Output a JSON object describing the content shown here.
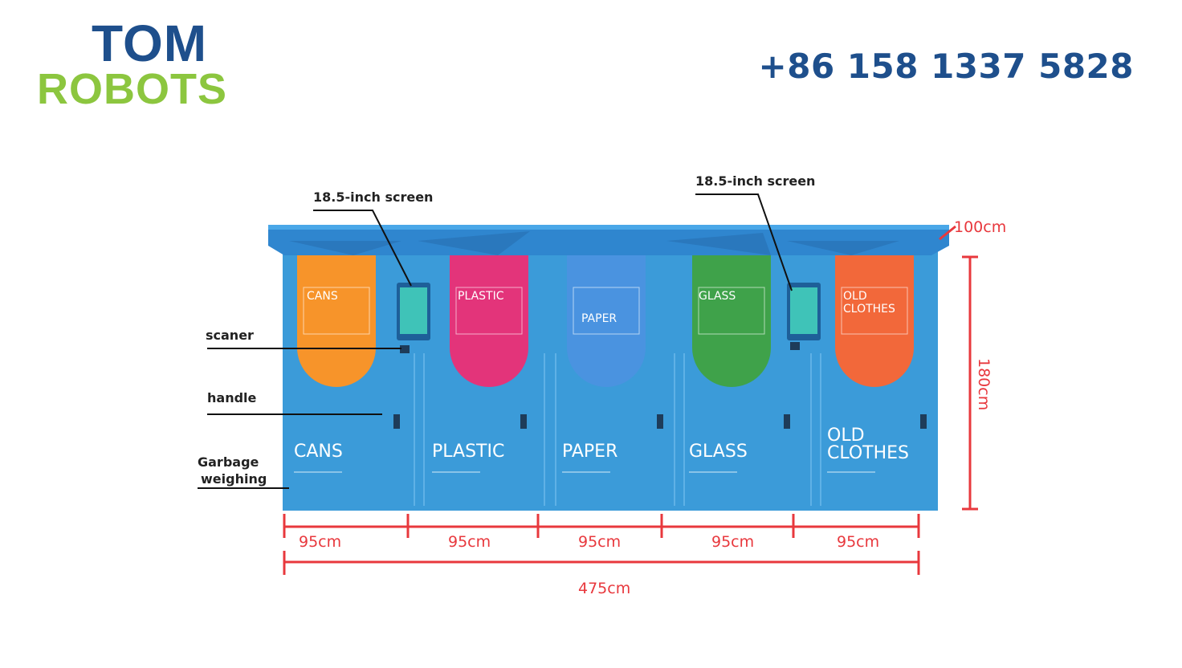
{
  "brand": {
    "line1": "TOM",
    "line2": "ROBOTS"
  },
  "contact": {
    "phone": "+86 158 1337 5828"
  },
  "annotations": {
    "screen_left": "18.5-inch screen",
    "screen_right": "18.5-inch screen",
    "scanner": "scaner",
    "handle": "handle",
    "weighing_line1": "Garbage",
    "weighing_line2": "weighing"
  },
  "bins": [
    {
      "top_label": [
        "CANS"
      ],
      "label": [
        "CANS"
      ],
      "flap_color": "#f7942a"
    },
    {
      "top_label": [
        "PLASTIC"
      ],
      "label": [
        "PLASTIC"
      ],
      "flap_color": "#e3347a"
    },
    {
      "top_label": [
        "PAPER"
      ],
      "label": [
        "PAPER"
      ],
      "flap_color": "#4a93e0"
    },
    {
      "top_label": [
        "GLASS"
      ],
      "label": [
        "GLASS"
      ],
      "flap_color": "#3fa24a"
    },
    {
      "top_label": [
        "OLD",
        "CLOTHES"
      ],
      "label": [
        "OLD",
        "CLOTHES"
      ],
      "flap_color": "#f2683a"
    }
  ],
  "dimensions": {
    "widths": [
      "95cm",
      "95cm",
      "95cm",
      "95cm",
      "95cm"
    ],
    "total_width": "475cm",
    "height": "180cm",
    "depth": "100cm"
  },
  "colors": {
    "body": "#3b9bd9",
    "roof": "#2f86cf",
    "dimension": "#e8383d",
    "brand_blue": "#1e4f8c",
    "brand_green": "#8cc63f"
  }
}
